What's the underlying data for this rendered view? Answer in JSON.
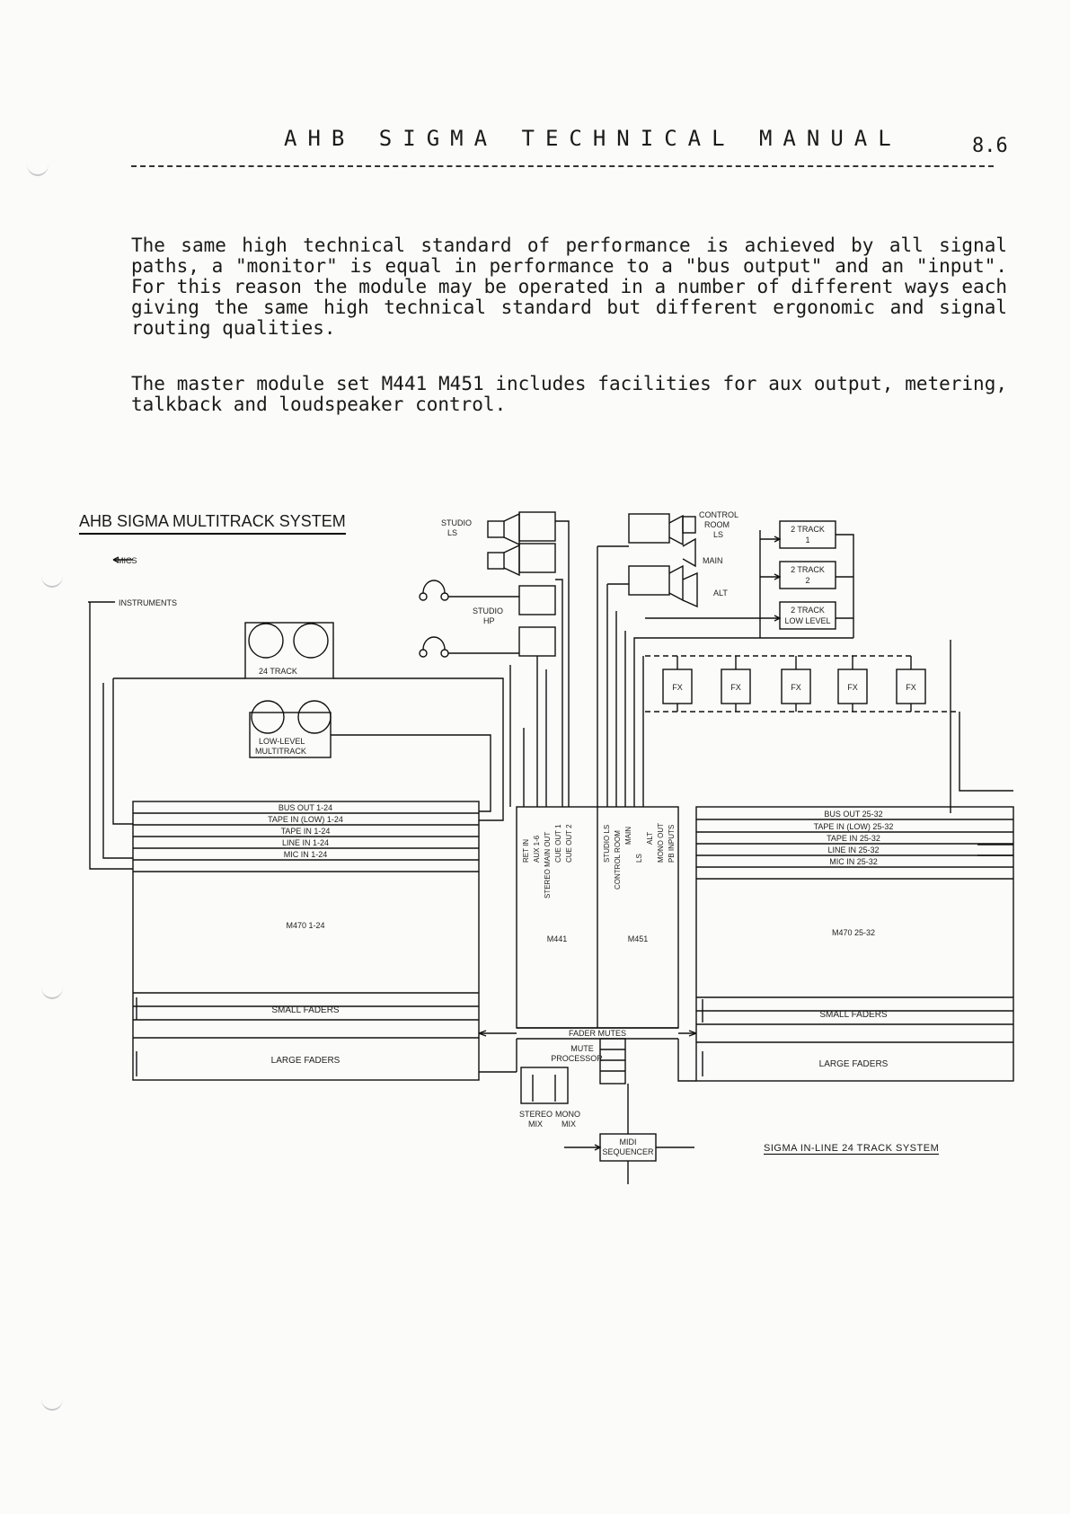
{
  "header": {
    "title": "AHB SIGMA TECHNICAL MANUAL",
    "page_number": "8.6"
  },
  "paragraphs": {
    "p1": "The same high technical standard of performance is achieved by all signal paths, a \"monitor\" is equal in performance to a \"bus output\" and an \"input\". For this reason the module may be operated in a number of different ways each giving the same high technical standard but different ergonomic and signal routing qualities.",
    "p2": "The master module set M441 M451 includes facilities for aux output, metering, talkback and loudspeaker control."
  },
  "diagram": {
    "title": "AHB SIGMA MULTITRACK SYSTEM",
    "caption": "SIGMA IN-LINE 24 TRACK SYSTEM",
    "inputs": {
      "mics": "MICS",
      "instruments": "INSTRUMENTS"
    },
    "left_recorders": {
      "track24": "24 TRACK",
      "lowlevel_1": "LOW-LEVEL",
      "lowlevel_2": "MULTITRACK"
    },
    "left_console": {
      "rows": [
        "BUS OUT 1-24",
        "TAPE IN (LOW) 1-24",
        "TAPE IN 1-24",
        "LINE IN 1-24",
        "MIC IN 1-24"
      ],
      "module": "M470 1-24",
      "small_faders": "SMALL FADERS",
      "large_faders": "LARGE FADERS"
    },
    "right_console": {
      "rows": [
        "BUS OUT 25-32",
        "TAPE IN (LOW) 25-32",
        "TAPE IN 25-32",
        "LINE IN 25-32",
        "MIC IN 25-32"
      ],
      "module": "M470 25-32",
      "small_faders": "SMALL FADERS",
      "large_faders": "LARGE FADERS"
    },
    "master": {
      "m441": "M441",
      "m451": "M451",
      "m441_labels": [
        "RET IN",
        "AUX 1-6",
        "STEREO MAIN OUT",
        "CUE OUT 1",
        "CUE OUT 2"
      ],
      "m451_labels": [
        "STUDIO LS",
        "CONTROL ROOM",
        "MAIN",
        "LS",
        "ALT",
        "MONO OUT",
        "PB INPUTS"
      ]
    },
    "monitoring": {
      "studio_ls_1": "STUDIO",
      "studio_ls_2": "LS",
      "studio_hp_1": "STUDIO",
      "studio_hp_2": "HP",
      "cr_1": "CONTROL",
      "cr_2": "ROOM",
      "cr_3": "LS",
      "main": "MAIN",
      "alt": "ALT"
    },
    "two_track": {
      "t1_a": "2 TRACK",
      "t1_b": "1",
      "t2_a": "2 TRACK",
      "t2_b": "2",
      "t3_a": "2 TRACK",
      "t3_b": "LOW LEVEL"
    },
    "fx": [
      "FX",
      "FX",
      "FX",
      "FX",
      "FX"
    ],
    "fader_mutes": "FADER MUTES",
    "mute_processor_1": "MUTE",
    "mute_processor_2": "PROCESSOR",
    "stereo_mix_1": "STEREO",
    "stereo_mix_2": "MIX",
    "mono_mix_1": "MONO",
    "mono_mix_2": "MIX",
    "midi_1": "MIDI",
    "midi_2": "SEQUENCER"
  }
}
